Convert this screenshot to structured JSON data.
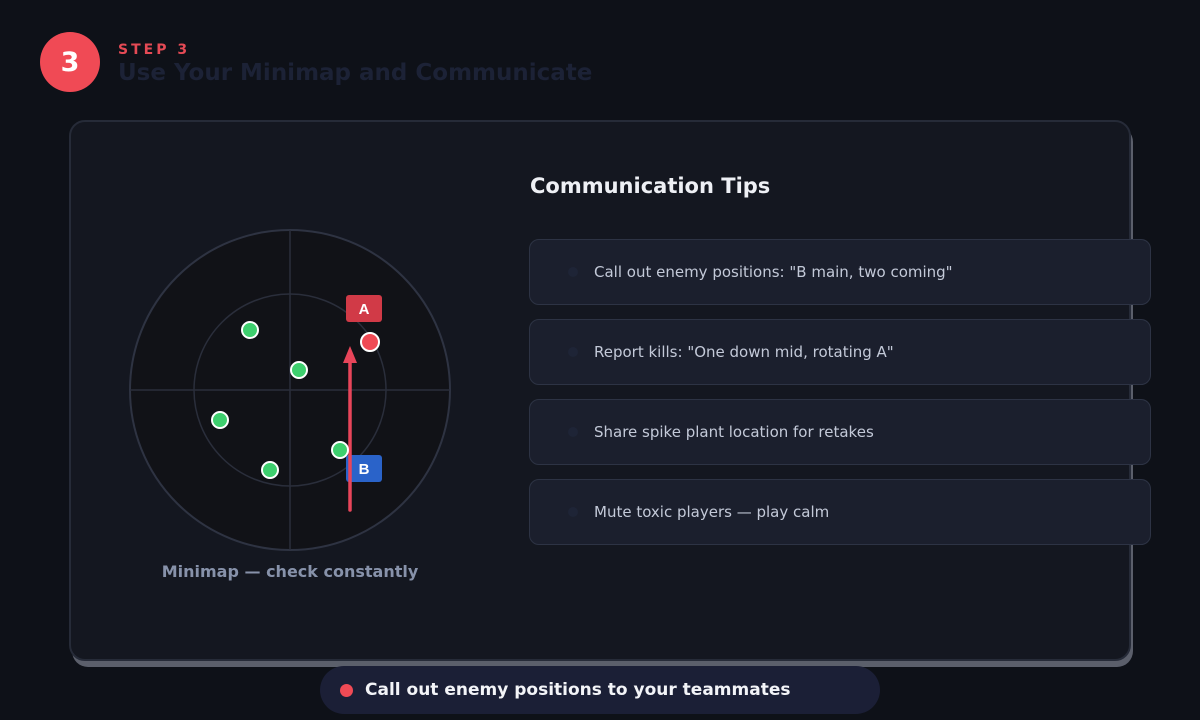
{
  "header": {
    "step_number": "3",
    "step_label": "STEP 3",
    "title": "Use Your Minimap and Communicate"
  },
  "minimap": {
    "caption": "Minimap — check constantly",
    "site_a_label": "A",
    "site_b_label": "B",
    "colors": {
      "ally": "#3ecf6e",
      "enemy": "#f04a55",
      "site_a": "#d13a47",
      "site_b": "#2a63c9",
      "rotation_arrow": "#e8455a"
    }
  },
  "tips": {
    "title": "Communication Tips",
    "items": [
      {
        "text": "Call out enemy positions: \"B main, two coming\""
      },
      {
        "text": "Report kills: \"One down mid, rotating A\""
      },
      {
        "text": "Share spike plant location for retakes"
      },
      {
        "text": "Mute toxic players — play calm"
      }
    ]
  },
  "banner": {
    "text": "Call out enemy positions to your teammates"
  }
}
